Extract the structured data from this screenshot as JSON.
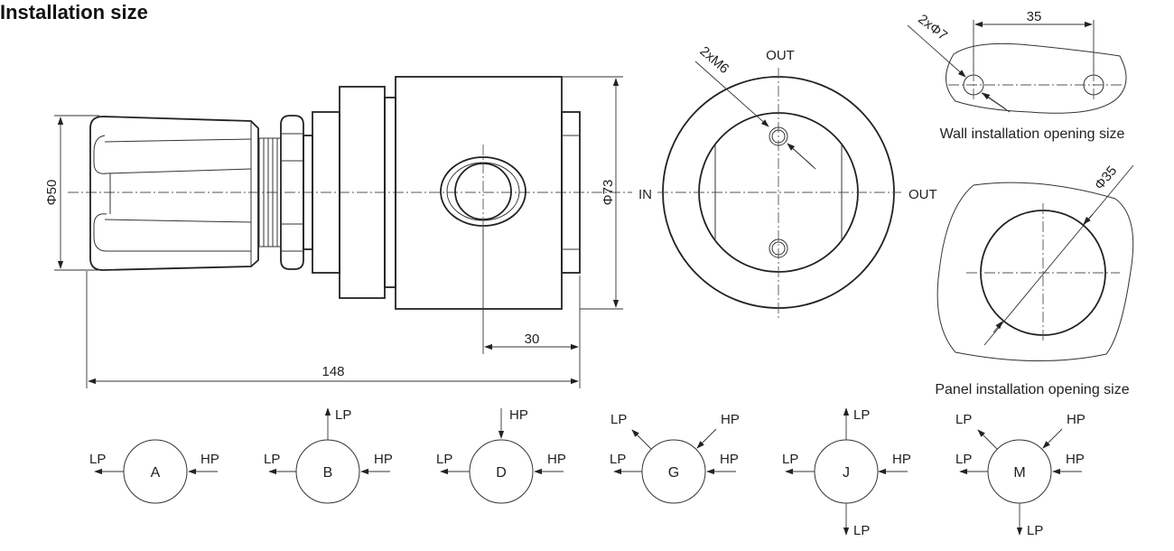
{
  "title": "Installation size",
  "dimensions": {
    "knob_diameter": "Φ50",
    "body_height": "Φ73",
    "port_offset": "30",
    "overall_length": "148",
    "mount_thread": "2xM6",
    "wall_hole": "2xΦ7",
    "wall_spacing": "35",
    "panel_hole": "Φ35"
  },
  "front_view": {
    "out_top": "OUT",
    "in_left": "IN",
    "out_right": "OUT"
  },
  "captions": {
    "wall": "Wall installation opening size",
    "panel": "Panel installation opening size"
  },
  "configs": [
    {
      "letter": "A",
      "ports": [
        "LP",
        "HP"
      ]
    },
    {
      "letter": "B",
      "ports": [
        "LP",
        "LP",
        "HP"
      ]
    },
    {
      "letter": "D",
      "ports": [
        "LP",
        "HP",
        "HP"
      ]
    },
    {
      "letter": "G",
      "ports": [
        "LP",
        "HP",
        "LP",
        "HP"
      ]
    },
    {
      "letter": "J",
      "ports": [
        "LP",
        "LP",
        "HP",
        "LP"
      ]
    },
    {
      "letter": "M",
      "ports": [
        "LP",
        "HP",
        "LP",
        "HP",
        "LP"
      ]
    }
  ],
  "colors": {
    "line": "#222222",
    "background": "#ffffff"
  }
}
